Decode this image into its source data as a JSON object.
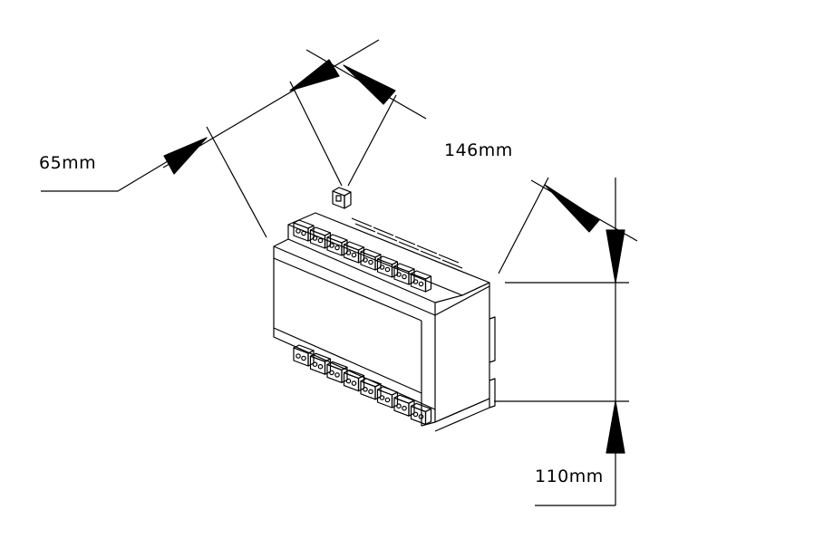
{
  "dimensions": {
    "depth_label": "65mm",
    "width_label": "146mm",
    "height_label": "110mm"
  },
  "module": {
    "top_terminal_count": 8,
    "bottom_terminal_count": 8
  },
  "colors": {
    "line": "#000000",
    "background": "#ffffff"
  }
}
